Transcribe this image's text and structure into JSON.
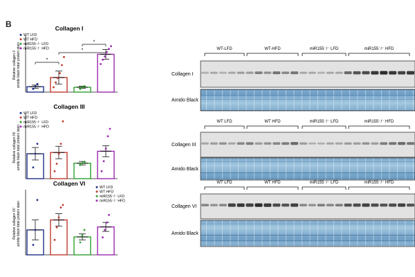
{
  "figure": {
    "panel_letter": "B",
    "group_colors": [
      "#1f2f8a",
      "#c0392b",
      "#2ca02c",
      "#9b27b0"
    ]
  },
  "chart_data": [
    {
      "type": "bar",
      "title": "Collagen I",
      "ylabel_lines": [
        "Relative collagen I/",
        "amido black total protein stain"
      ],
      "categories": [
        "WT LFD",
        "WT HFD",
        "miR155⁻/⁻ LFD",
        "miR155⁻/⁻ HFD"
      ],
      "legend": [
        "WT LFD",
        "WT HFD",
        "miR155⁻/⁻ LFD",
        "miR155⁻/⁻ HFD"
      ],
      "legend_placement": "top-left",
      "values": [
        1.0,
        2.7,
        0.9,
        7.0
      ],
      "errors": [
        0.3,
        1.2,
        0.2,
        0.9
      ],
      "points": [
        [
          0.6,
          1.1,
          1.5
        ],
        [
          0.9,
          1.8,
          2.6,
          3.5,
          5.0,
          6.5
        ],
        [
          0.6,
          0.9,
          1.1
        ],
        [
          5.2,
          6.0,
          6.6,
          7.4,
          8.0,
          8.5
        ]
      ],
      "ylim": [
        0,
        10
      ],
      "significance": [
        {
          "from": 0,
          "to": 1,
          "label": "*"
        },
        {
          "from": 1,
          "to": 3,
          "label": "*"
        },
        {
          "from": 2,
          "to": 3,
          "label": "*"
        }
      ]
    },
    {
      "type": "bar",
      "title": "Collagen III",
      "ylabel_lines": [
        "Relative collagen III/",
        "amido black total protein stain"
      ],
      "categories": [
        "WT LFD",
        "WT HFD",
        "miR155⁻/⁻ LFD",
        "miR155⁻/⁻ HFD"
      ],
      "legend": [
        "WT LFD",
        "WT HFD",
        "miR155⁻/⁻ LFD",
        "miR155⁻/⁻ HFD"
      ],
      "legend_placement": "top-left",
      "values": [
        1.0,
        1.05,
        0.62,
        1.1
      ],
      "errors": [
        0.25,
        0.25,
        0.07,
        0.22
      ],
      "points": [
        [
          0.45,
          1.0,
          1.4
        ],
        [
          0.3,
          0.6,
          1.0,
          1.4,
          2.3
        ],
        [
          0.55,
          0.62,
          0.68
        ],
        [
          0.3,
          0.7,
          1.2,
          1.7,
          2.0
        ]
      ],
      "ylim": [
        0,
        2.5
      ]
    },
    {
      "type": "bar",
      "title": "Collagen VI",
      "ylabel_lines": [
        "Relative collagen VI/",
        "amido black total protein stain"
      ],
      "categories": [
        "WT LFD",
        "WT HFD",
        "miR155⁻/⁻ LFD",
        "miR155⁻/⁻ HFD"
      ],
      "legend": [
        "WT LFD",
        "WT HFD",
        "miR155⁻/⁻ LFD",
        "miR155⁻/⁻ HFD"
      ],
      "legend_placement": "top-right",
      "values": [
        1.0,
        1.4,
        0.72,
        1.12
      ],
      "errors": [
        0.4,
        0.25,
        0.12,
        0.18
      ],
      "points": [
        [
          0.4,
          1.0,
          2.2
        ],
        [
          0.6,
          1.1,
          1.5,
          1.9,
          2.0
        ],
        [
          0.5,
          0.8,
          1.0
        ],
        [
          0.7,
          1.0,
          1.3,
          1.6
        ]
      ],
      "ylim": [
        0,
        2.5
      ]
    }
  ],
  "blots": [
    {
      "group_labels": [
        "WT-LFD",
        "WT-HFD",
        "miR155⁻/⁻ LFD",
        "miR155⁻/⁻ HFD"
      ],
      "target_label": "Collagen I",
      "stain_label": "Amido Black",
      "band_intensity": [
        0.25,
        0.3,
        0.25,
        0.3,
        0.35,
        0.35,
        0.5,
        0.4,
        0.55,
        0.45,
        0.55,
        0.3,
        0.3,
        0.25,
        0.3,
        0.3,
        0.6,
        0.7,
        0.75,
        0.85,
        0.9,
        0.85,
        0.8,
        0.85
      ]
    },
    {
      "group_labels": [
        "WT LFD",
        "WT HFD",
        "miR155⁻/⁻ LFD",
        "miR155⁻/⁻ HFD"
      ],
      "target_label": "Collagen III",
      "stain_label": "Amido Black",
      "band_intensity": [
        0.3,
        0.35,
        0.4,
        0.3,
        0.45,
        0.5,
        0.35,
        0.4,
        0.45,
        0.5,
        0.6,
        0.35,
        0.25,
        0.25,
        0.3,
        0.3,
        0.35,
        0.35,
        0.4,
        0.35,
        0.5,
        0.55,
        0.6,
        0.55
      ]
    },
    {
      "group_labels": [
        "WT LFD",
        "WT HFD",
        "miR155⁻/⁻ LFD",
        "miR155⁻/⁻ HFD"
      ],
      "target_label": "Collagen VI",
      "stain_label": "Amido Black",
      "band_intensity": [
        0.45,
        0.4,
        0.45,
        0.8,
        0.85,
        0.8,
        0.9,
        0.85,
        0.75,
        0.7,
        0.8,
        0.45,
        0.4,
        0.5,
        0.45,
        0.5,
        0.7,
        0.75,
        0.8,
        0.75,
        0.7,
        0.75,
        0.8,
        0.7
      ]
    }
  ]
}
